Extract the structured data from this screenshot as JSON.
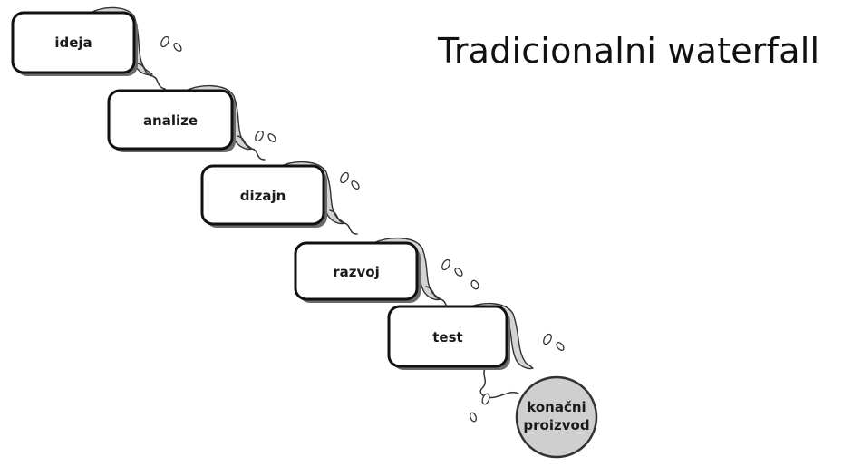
{
  "title": "Tradicionalni waterfall",
  "steps": [
    {
      "label": "ideja"
    },
    {
      "label": "analize"
    },
    {
      "label": "dizajn"
    },
    {
      "label": "razvoj"
    },
    {
      "label": "test"
    }
  ],
  "final": {
    "line1": "konačni",
    "line2": "proizvod"
  }
}
